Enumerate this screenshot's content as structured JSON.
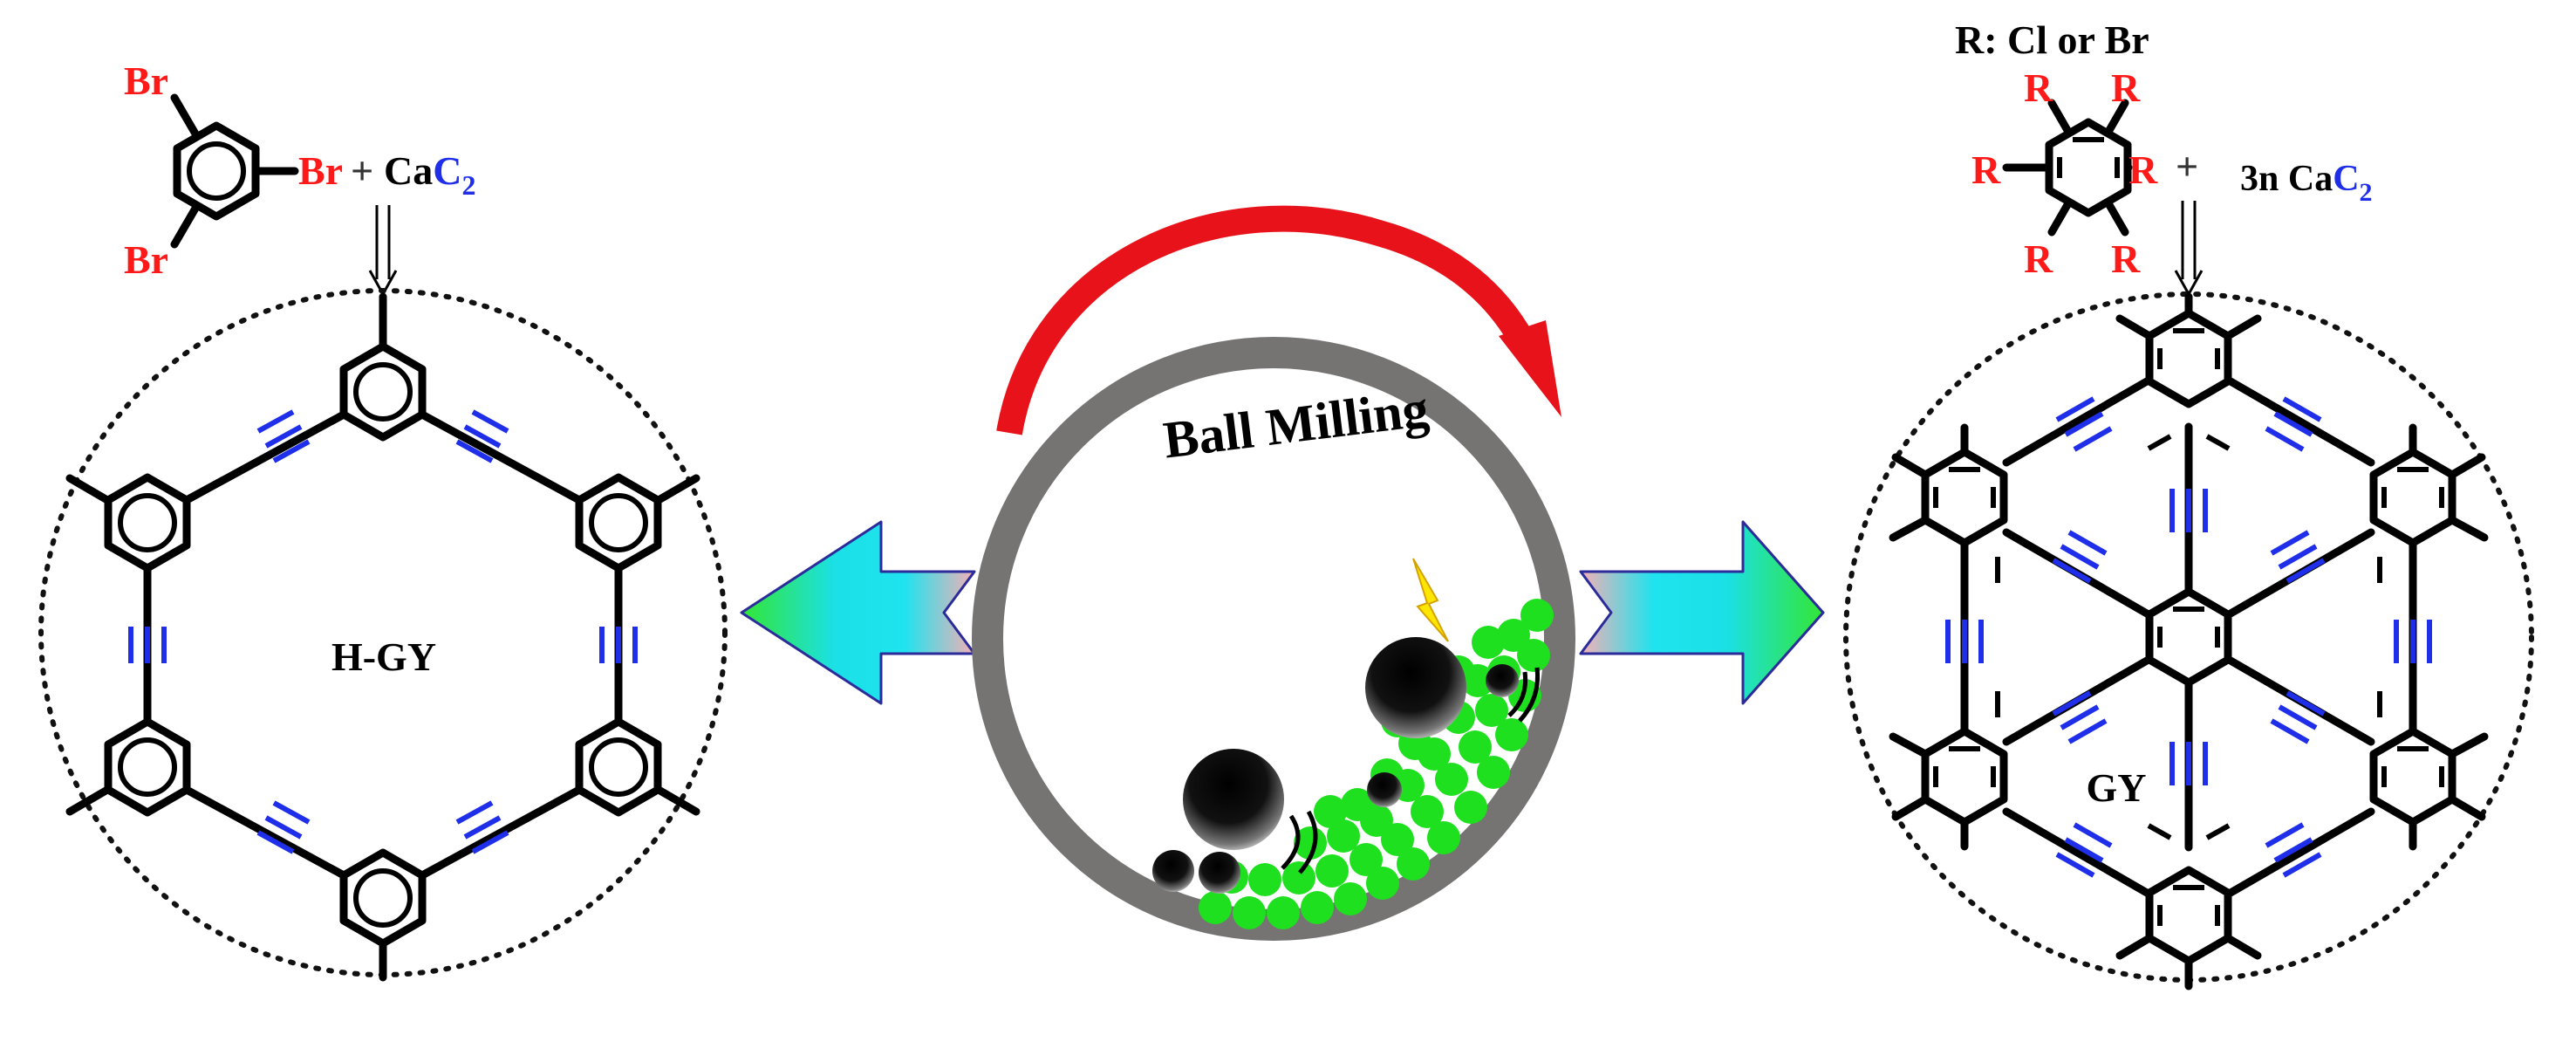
{
  "left_panel": {
    "precursor_substituent": "Br",
    "reagent_plus": "+",
    "reagent_prefix": "Ca",
    "reagent_c": "C",
    "reagent_sub": "2",
    "product_label": "H-GY"
  },
  "center_panel": {
    "process_label": "Ball Milling"
  },
  "right_panel": {
    "substituent_note": "R: Cl or Br",
    "precursor_substituent": "R",
    "reagent_plus": "+",
    "reagent_prefix": "3n Ca",
    "reagent_c": "C",
    "reagent_sub": "2",
    "product_label": "GY"
  },
  "colors": {
    "halogen": "#ff1a1a",
    "triple_bond": "#1f2ee8",
    "rotation_arrow": "#e8131a",
    "jar_wall": "#767373",
    "milling_media": "#1fe01f",
    "spark": "#ffe600",
    "arrow_gradient": [
      "#f3a1a8",
      "#19e6ee",
      "#2ee82e"
    ]
  }
}
